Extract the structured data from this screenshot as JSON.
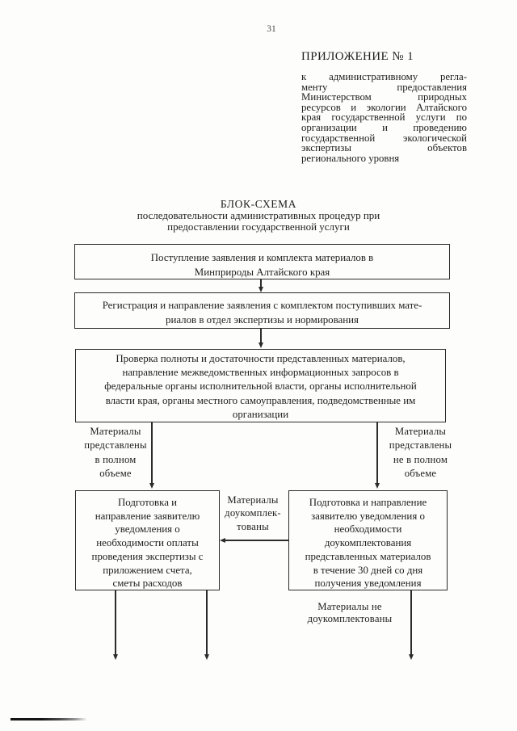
{
  "page": {
    "number": "31"
  },
  "appendix": {
    "heading": "ПРИЛОЖЕНИЕ № 1",
    "lines": [
      "к административному регла-",
      "менту предоставления",
      "Министерством природных",
      "ресурсов и экологии Алтайского",
      "края государственной услуги по",
      "организации и проведению",
      "государственной экологической",
      "экспертизы объектов",
      "регионального уровня"
    ]
  },
  "diagram": {
    "title": "БЛОК-СХЕМА",
    "subtitle": [
      "последовательности административных процедур при",
      "предоставлении государственной услуги"
    ],
    "box_intake": [
      "Поступление заявления и комплекта материалов в",
      "Минприроды Алтайского края"
    ],
    "box_registration": [
      "Регистрация и направление заявления с комплектом поступивших мате-",
      "риалов в отдел экспертизы и нормирования"
    ],
    "box_check": [
      "Проверка полноты и достаточности представленных материалов,",
      "направление межведомственных информационных запросов в",
      "федеральные органы исполнительной власти, органы исполнительной",
      "власти края, органы местного самоуправления, подведомственные им",
      "организации"
    ],
    "label_full": [
      "Материалы",
      "представлены",
      "в полном",
      "объеме"
    ],
    "label_not_full": [
      "Материалы",
      "представлены",
      "не в полном",
      "объеме"
    ],
    "box_payment": [
      "Подготовка и",
      "направление заявителю",
      "уведомления о",
      "необходимости оплаты",
      "проведения экспертизы с",
      "приложением счета,",
      "сметы расходов"
    ],
    "box_resupply": [
      "Подготовка и направление",
      "заявителю уведомления о",
      "необходимости",
      "доукомплектования",
      "представленных материалов",
      "в течение 30 дней со дня",
      "получения уведомления"
    ],
    "label_completed": [
      "Материалы",
      "доукомплек-",
      "тованы"
    ],
    "label_not_completed": [
      "Материалы не",
      "доукомплектованы"
    ]
  },
  "colors": {
    "text": "#1e1e1e",
    "border": "#2b2b2b",
    "background": "#fdfdfc"
  }
}
